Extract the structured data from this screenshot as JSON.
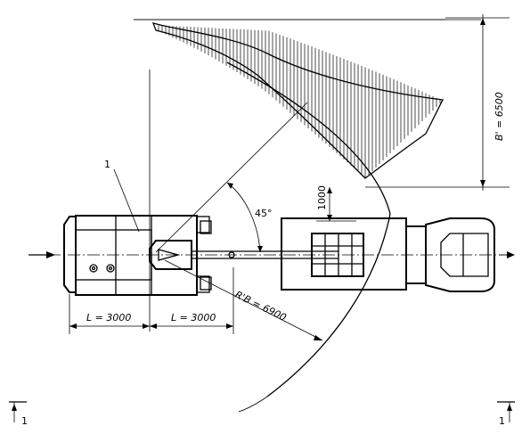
{
  "labels": {
    "part_number": "1",
    "angle": "45°",
    "dim_1000": "1000",
    "dim_b": "B' = 6500",
    "dim_r": "R'B = 6900",
    "dim_l_left": "L = 3000",
    "dim_l_right": "L = 3000",
    "section_left": "1",
    "section_right": "1"
  }
}
